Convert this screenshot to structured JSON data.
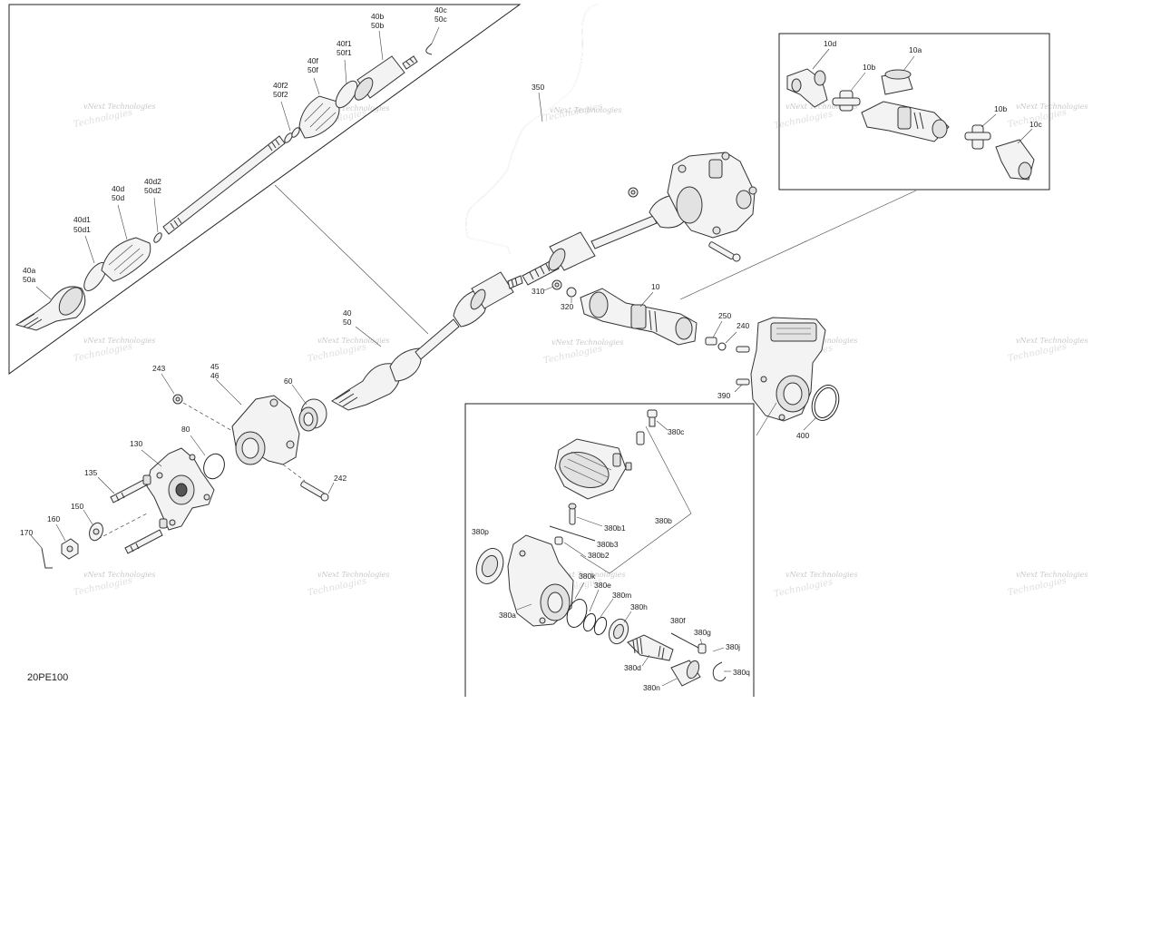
{
  "diagram": {
    "code": "20PE100",
    "watermark_line1": "vNext Technologies",
    "watermark_line2": "Technologies",
    "labels": {
      "l40a": "40a",
      "l50a": "50a",
      "l40d1": "40d1",
      "l50d1": "50d1",
      "l40d": "40d",
      "l50d": "50d",
      "l40d2": "40d2",
      "l50d2": "50d2",
      "l40f2": "40f2",
      "l50f2": "50f2",
      "l40f": "40f",
      "l50f": "50f",
      "l40f1": "40f1",
      "l50f1": "50f1",
      "l40b": "40b",
      "l50b": "50b",
      "l40c": "40c",
      "l50c": "50c",
      "l350": "350",
      "l10d": "10d",
      "l10a": "10a",
      "l10b_1": "10b",
      "l10b_2": "10b",
      "l10c": "10c",
      "l310": "310",
      "l320": "320",
      "l10": "10",
      "l250": "250",
      "l240": "240",
      "l390": "390",
      "l400": "400",
      "l40": "40",
      "l50": "50",
      "l243": "243",
      "l45": "45",
      "l46": "46",
      "l60": "60",
      "l80": "80",
      "l130": "130",
      "l135": "135",
      "l150": "150",
      "l160": "160",
      "l170": "170",
      "l242": "242",
      "l380c": "380c",
      "l380b": "380b",
      "l380b1": "380b1",
      "l380b3": "380b3",
      "l380b2": "380b2",
      "l380p": "380p",
      "l380k": "380k",
      "l380e": "380e",
      "l380m": "380m",
      "l380h": "380h",
      "l380a": "380a",
      "l380f": "380f",
      "l380g": "380g",
      "l380j": "380j",
      "l380d": "380d",
      "l380q": "380q",
      "l380n": "380n"
    }
  }
}
